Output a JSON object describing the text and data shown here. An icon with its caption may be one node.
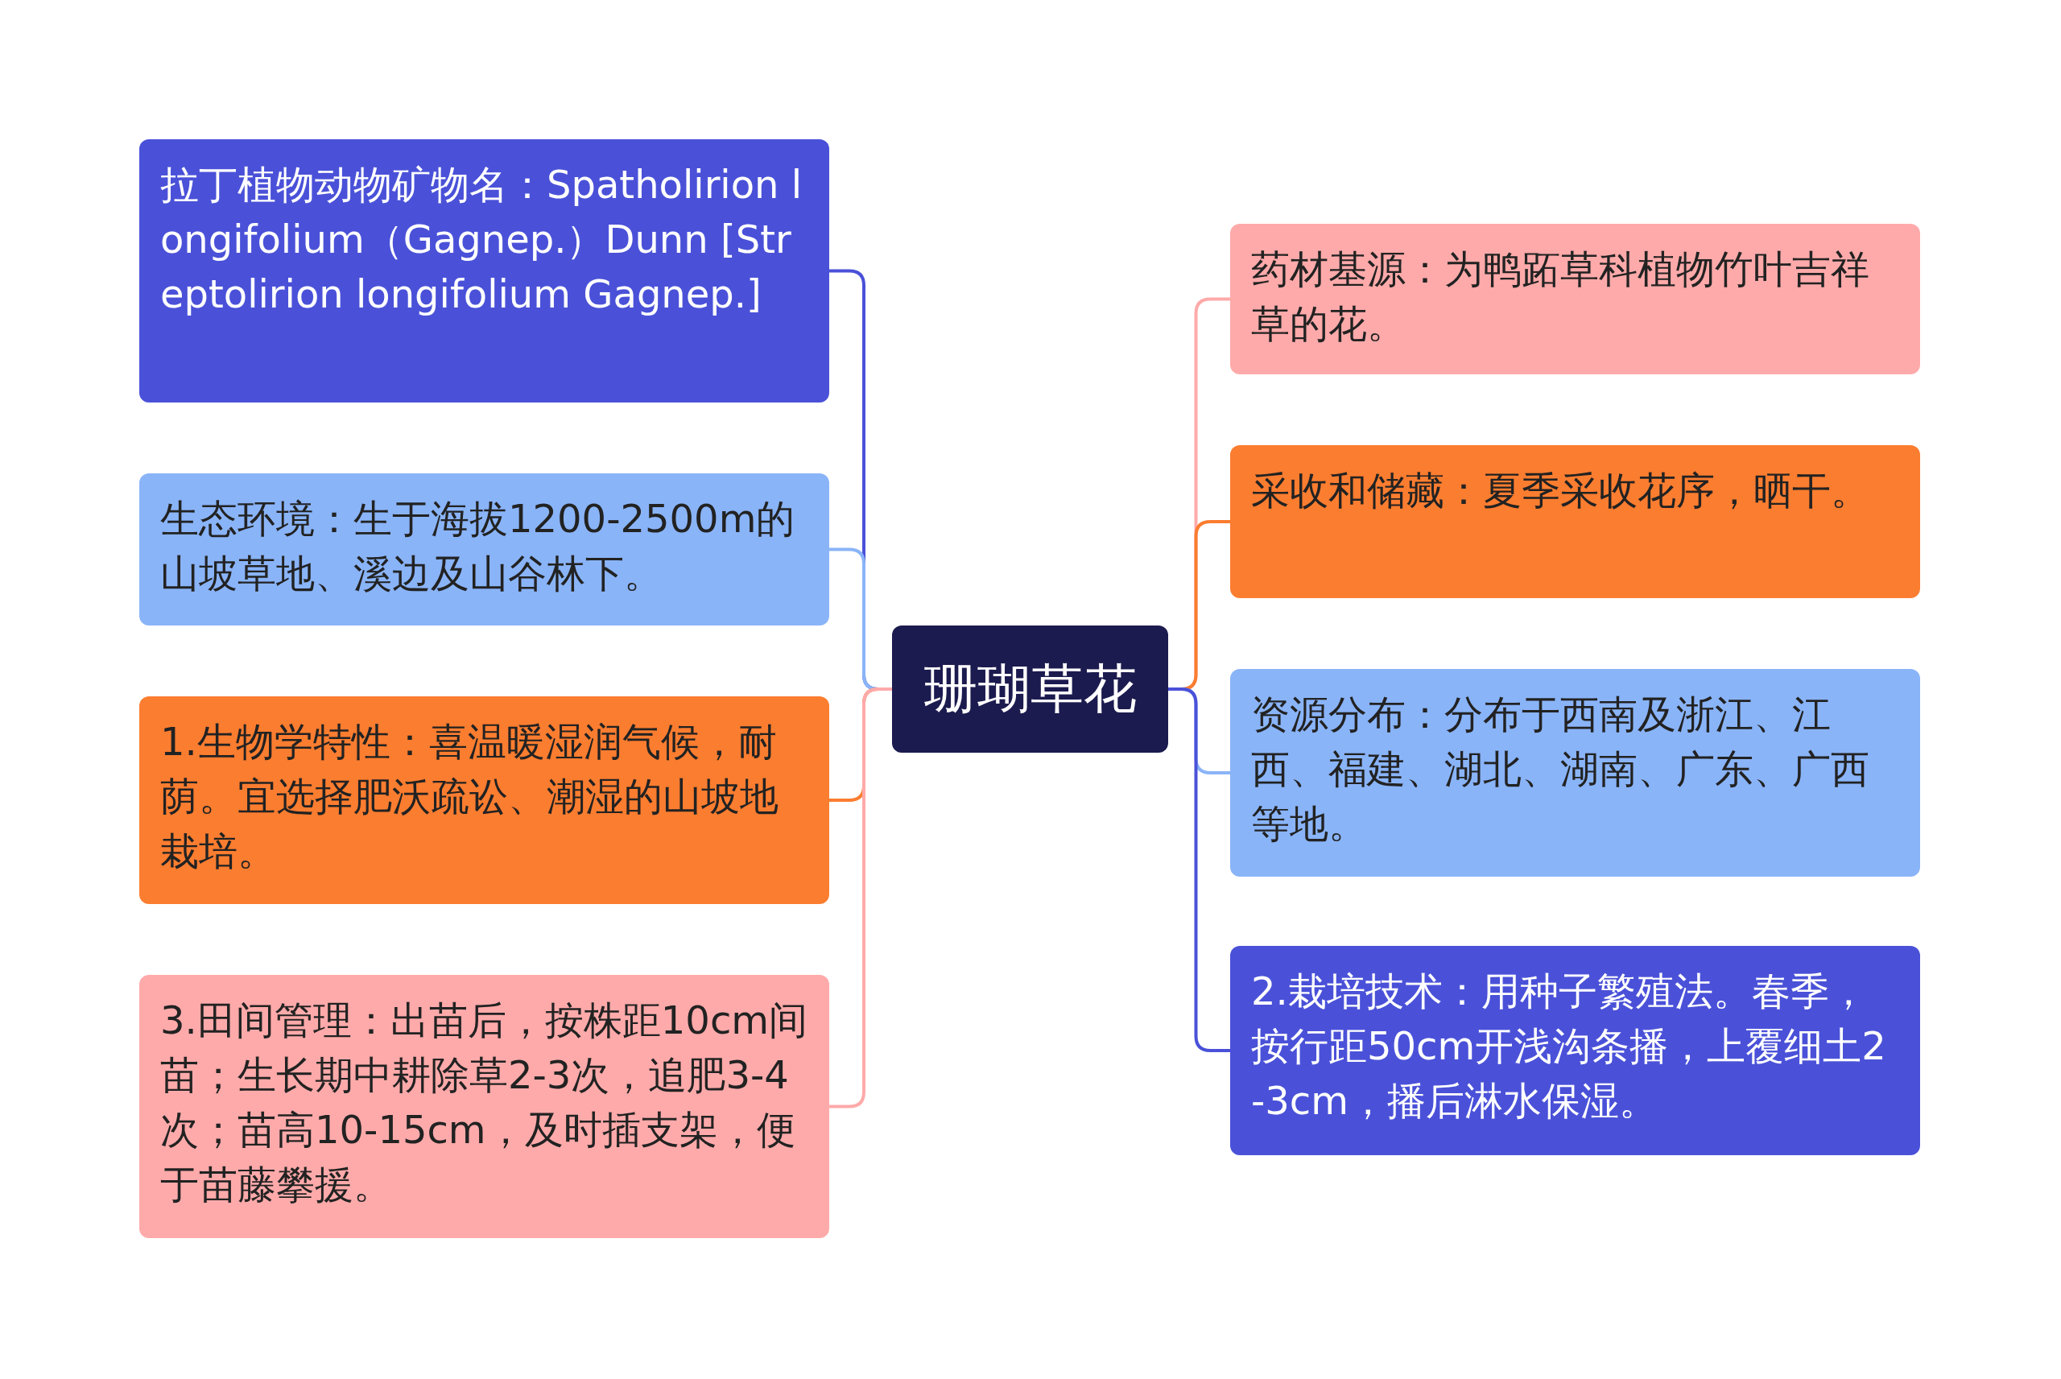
{
  "diagram": {
    "nodes": [
      {
        "text": [
          "珊瑚草花"
        ]
      },
      {
        "text": [
          "拉丁植物动物矿物名：Spatholirion longifolium（Gagnep.）Dunn [Streptolirion longifolium Gagnep.]"
        ]
      },
      {
        "text": [
          "生态环境：生于海拔1200-2500m的山坡草地、溪边及山谷林下。"
        ]
      },
      {
        "text": [
          "1.生物学特性：喜温暖湿润气候，耐荫。宜选择肥沃疏讼、潮湿的山坡地栽培。"
        ]
      },
      {
        "text": [
          "3.田间管理：出苗后，按株距10cm间苗；生长期中耕除草2-3次，追肥3-4次；苗高10-15cm，及时插支架，便于苗藤攀援。"
        ]
      },
      {
        "text": [
          "药材基源：为鸭跖草科植物竹叶吉祥草的花。"
        ]
      },
      {
        "text": [
          "采收和储藏：夏季采收花序，晒干。"
        ]
      },
      {
        "text": [
          "资源分布：分布于西南及浙江、江西、福建、湖北、湖南、广东、广西等地。"
        ]
      },
      {
        "text": [
          "2.栽培技术：用种子繁殖法。春季，按行距50cm开浅沟条播，上覆细土2-3cm，播后淋水保湿。"
        ]
      }
    ],
    "edges": [
      {
        "from": 0,
        "to": 1,
        "arrow": "none",
        "color": "#4a51d8"
      },
      {
        "from": 0,
        "to": 2,
        "arrow": "none",
        "color": "#8ab4f8"
      },
      {
        "from": 0,
        "to": 3,
        "arrow": "none",
        "color": "#fb7d30"
      },
      {
        "from": 0,
        "to": 4,
        "arrow": "none",
        "color": "#ffaaaa"
      },
      {
        "from": 0,
        "to": 5,
        "arrow": "none",
        "color": "#ffaaaa"
      },
      {
        "from": 0,
        "to": 6,
        "arrow": "none",
        "color": "#fb7d30"
      },
      {
        "from": 0,
        "to": 7,
        "arrow": "none",
        "color": "#8ab4f8"
      },
      {
        "from": 0,
        "to": 8,
        "arrow": "none",
        "color": "#4a51d8"
      }
    ]
  }
}
